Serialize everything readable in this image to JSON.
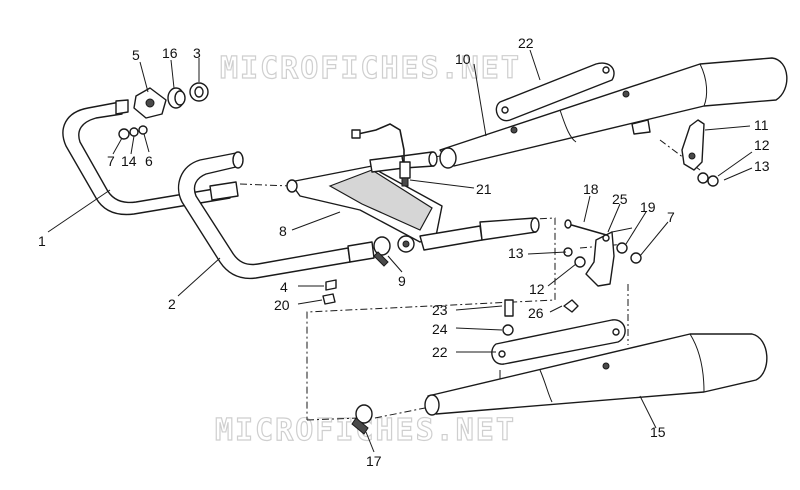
{
  "watermark": {
    "text": "MICROFICHES.NET"
  },
  "callouts": {
    "c1": "1",
    "c2": "2",
    "c3": "3",
    "c4": "4",
    "c5": "5",
    "c6": "6",
    "c7a": "7",
    "c7b": "7",
    "c8": "8",
    "c9": "9",
    "c10": "10",
    "c11": "11",
    "c12a": "12",
    "c12b": "12",
    "c13a": "13",
    "c13b": "13",
    "c14": "14",
    "c15": "15",
    "c16": "16",
    "c17": "17",
    "c18": "18",
    "c19": "19",
    "c20": "20",
    "c21": "21",
    "c22a": "22",
    "c22b": "22",
    "c23": "23",
    "c24": "24",
    "c25": "25",
    "c26": "26"
  }
}
